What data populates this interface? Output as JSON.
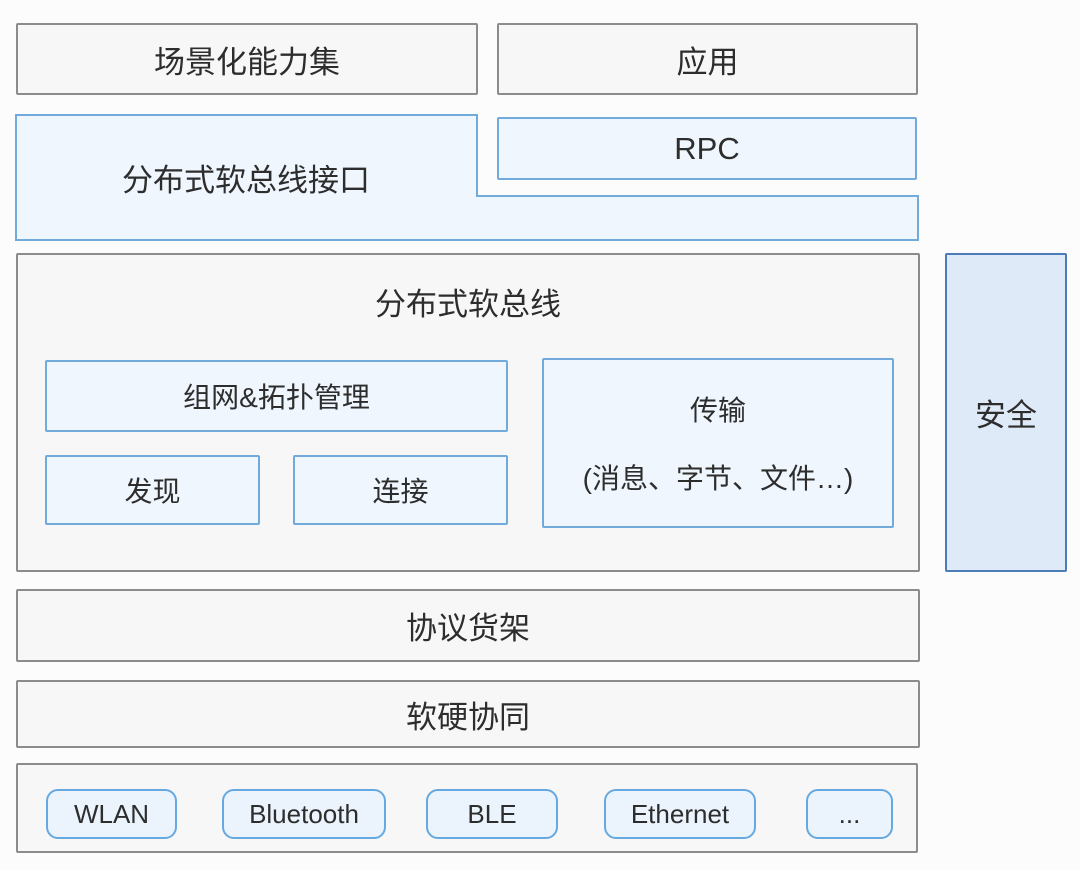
{
  "layers": {
    "scenario": "场景化能力集",
    "application": "应用",
    "softbus_interface": "分布式软总线接口",
    "rpc": "RPC",
    "softbus": {
      "title": "分布式软总线",
      "networking": "组网&拓扑管理",
      "discovery": "发现",
      "connection": "连接",
      "transport": "传输",
      "transport_detail": "(消息、字节、文件…)"
    },
    "security": "安全",
    "protocol_shelf": "协议货架",
    "hw_sw_synergy": "软硬协同",
    "connectivity": [
      "WLAN",
      "Bluetooth",
      "BLE",
      "Ethernet",
      "..."
    ]
  },
  "colors": {
    "background": "#fcfcfc",
    "gray_border": "#8c8c8c",
    "gray_fill": "#f7f7f7",
    "blue_border": "#72aadc",
    "blue_fill": "#eff6fd",
    "security_border": "#4c7db9",
    "security_fill": "#dfeaf8",
    "text": "#2d2d2d"
  }
}
